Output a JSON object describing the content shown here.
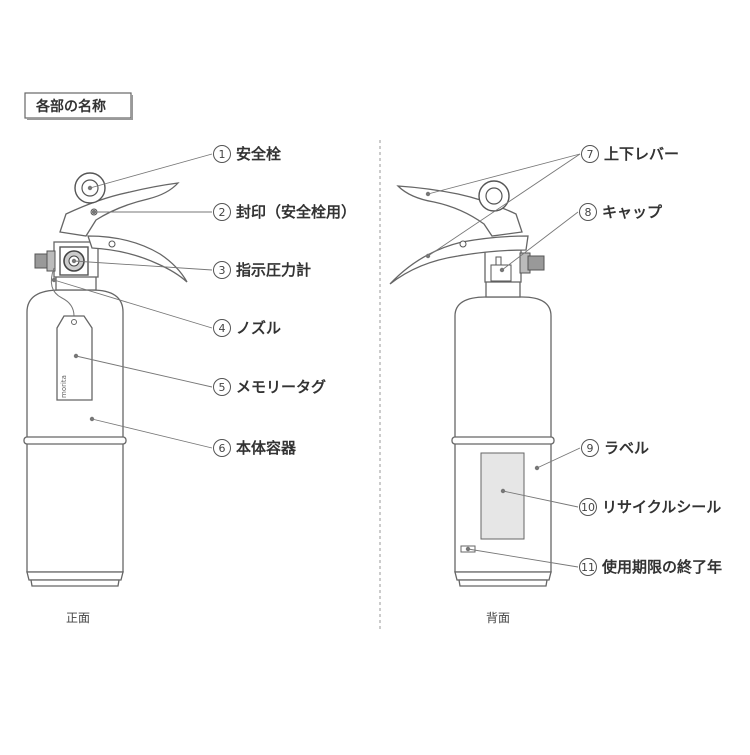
{
  "title": "各部の名称",
  "views": {
    "front": "正面",
    "back": "背面"
  },
  "parts": [
    {
      "num": "1",
      "name": "安全栓"
    },
    {
      "num": "2",
      "name": "封印（安全栓用）"
    },
    {
      "num": "3",
      "name": "指示圧力計"
    },
    {
      "num": "4",
      "name": "ノズル"
    },
    {
      "num": "5",
      "name": "メモリータグ"
    },
    {
      "num": "6",
      "name": "本体容器"
    },
    {
      "num": "7",
      "name": "上下レバー"
    },
    {
      "num": "8",
      "name": "キャップ"
    },
    {
      "num": "9",
      "name": "ラベル"
    },
    {
      "num": "10",
      "name": "リサイクルシール"
    },
    {
      "num": "11",
      "name": "使用期限の終了年"
    }
  ],
  "tag_text": "morita",
  "colors": {
    "outline": "#666666",
    "leader": "#777777",
    "text": "#333333",
    "gauge": "#aaaaaa",
    "nozzle_cap": "#999999",
    "recycle_seal": "#e6e6e6"
  }
}
